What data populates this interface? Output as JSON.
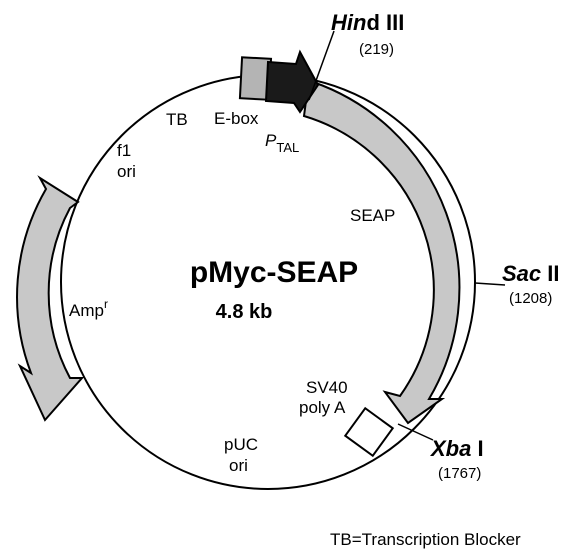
{
  "plasmid": {
    "name": "pMyc-SEAP",
    "size": "4.8 kb"
  },
  "features": {
    "tb": "TB",
    "ebox": "E-box",
    "ptal_p": "P",
    "ptal_sub": "TAL",
    "f1_line1": "f1",
    "f1_line2": "ori",
    "seap": "SEAP",
    "amp": "Amp",
    "amp_sup": "r",
    "sv40_line1": "SV40",
    "sv40_line2": "poly A",
    "puc_line1": "pUC",
    "puc_line2": "ori"
  },
  "sites": {
    "hind_italic": "Hin",
    "hind_rest": "d III",
    "hind_pos": "(219)",
    "sac_italic": "Sac",
    "sac_rest": " II",
    "sac_pos": "(1208)",
    "xba_italic": "Xba",
    "xba_rest": " I",
    "xba_pos": "(1767)"
  },
  "legend": {
    "text": "TB=Transcription Blocker"
  },
  "colors": {
    "arrow_fill": "#c8c8c8",
    "promoter_fill": "#1a1a1a",
    "tb_fill": "#b4b4b4",
    "stroke": "#000000"
  }
}
